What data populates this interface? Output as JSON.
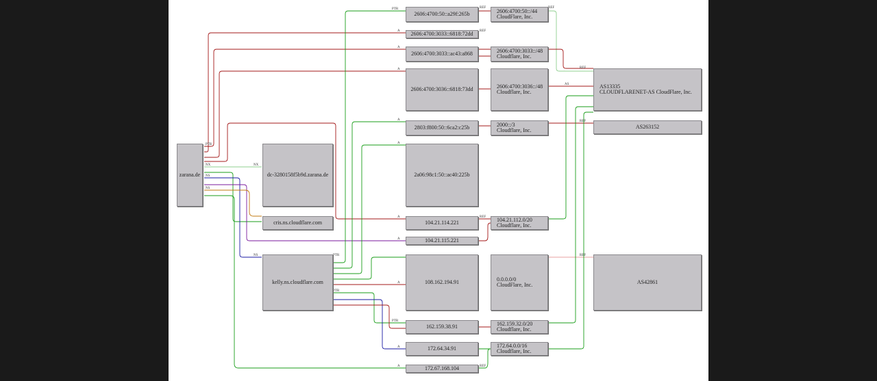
{
  "colors": {
    "green": "#1a9e1a",
    "red": "#a31818",
    "purple": "#7a1a9e",
    "blue": "#1a1aa3",
    "orange": "#c27a10",
    "gray": "#888888"
  },
  "domains": {
    "zarana": "zarana.de",
    "dc": "dc-3280158f5b9d.zarana.de",
    "cris": "cris.ns.cloudflare.com",
    "kelly": "kelly.ns.cloudflare.com"
  },
  "ips": {
    "ip6_265b": "2606:4700:50::a29f:265b",
    "ip6_72dd": "2606:4700:3033::6818:72dd",
    "ip6_a868": "2606:4700:3033::ac43:a868",
    "ip6_73dd": "2606:4700:3036::6818:73dd",
    "ip6_c25b": "2803:f800:50::6ca2:c25b",
    "ip6_225b": "2a06:98c1:50::ac40:225b",
    "ip4_221a": "104.21.114.221",
    "ip4_221b": "104.21.115.221",
    "ip4_9191": "108.162.194.91",
    "ip4_3891": "162.159.38.91",
    "ip4_3491": "172.64.34.91",
    "ip4_104": "172.67.168.104"
  },
  "prefixes": {
    "p1": "2606:4700:50::/44\nCloudFlare, Inc.",
    "p2": "2606:4700:3033::/48\nCloudflare, Inc.",
    "p3": "2606:4700:3036::/48\nCloudflare, Inc.",
    "p4": "2000::/3\nCloudflare, Inc.",
    "p5": "104.21.112.0/20\nCloudflare, Inc.",
    "p6": "0.0.0.0/0\nCloudFlare, Inc.",
    "p7": "162.159.32.0/20\nCloudflare, Inc.",
    "p8": "172.64.0.0/16\nCloudflare, Inc."
  },
  "asns": {
    "as13335": "AS13335\nCLOUDFLARENET-AS CloudFlare, Inc.",
    "as263152": "AS263152",
    "as42861": "AS42861"
  },
  "edge_labels": [
    "PTR",
    "A",
    "NX",
    "NS",
    "REF",
    "AS"
  ]
}
